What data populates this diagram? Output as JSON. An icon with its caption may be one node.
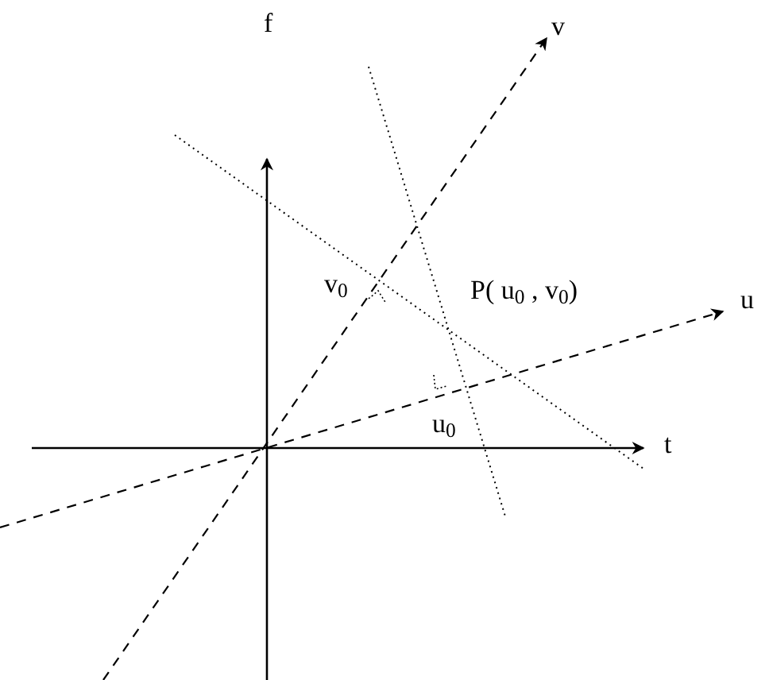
{
  "diagram": {
    "labels": [
      "f",
      "v",
      "v$_{0}$",
      "P( u$_{0}$ , v$_{0}$)",
      "u",
      "u$_{0}$",
      "t"
    ]
  }
}
